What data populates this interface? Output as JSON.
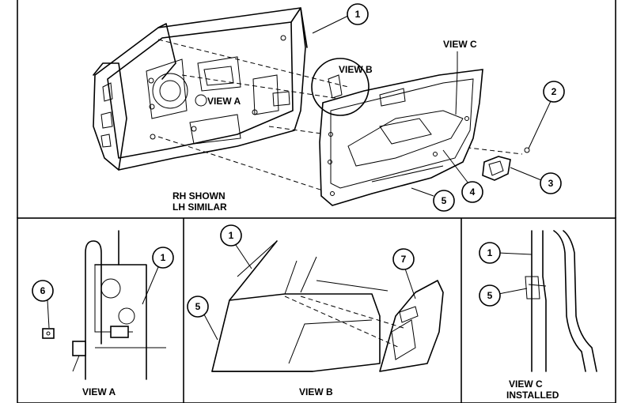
{
  "labels": {
    "view_c_top": "VIEW C",
    "view_b_top": "VIEW B",
    "view_a_inset": "VIEW A",
    "rh_shown": "RH SHOWN",
    "lh_similar": "LH SIMILAR",
    "caption_view_a": "VIEW A",
    "caption_view_b": "VIEW B",
    "caption_view_c_line1": "VIEW C",
    "caption_view_c_line2": "INSTALLED"
  },
  "callouts": {
    "main_1": "1",
    "main_2": "2",
    "main_3": "3",
    "main_4": "4",
    "main_5": "5",
    "a_1": "1",
    "a_6": "6",
    "b_1": "1",
    "b_5": "5",
    "b_7": "7",
    "c_1": "1",
    "c_5": "5"
  }
}
